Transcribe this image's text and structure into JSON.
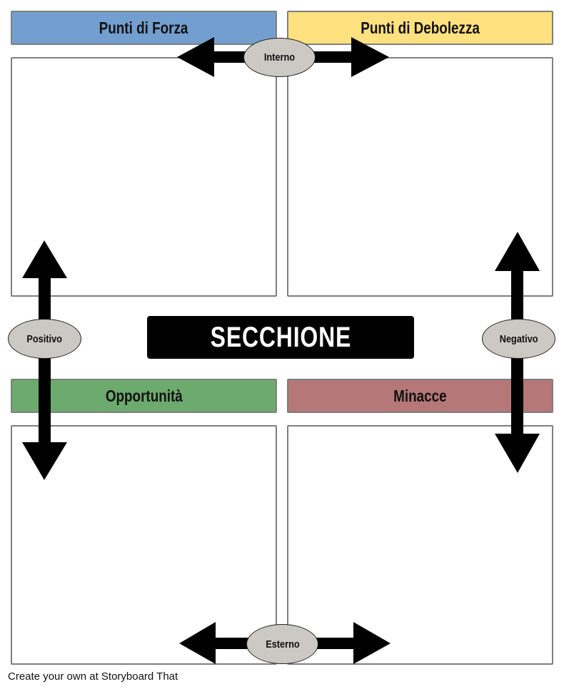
{
  "title": "SECCHIONE",
  "quadrants": {
    "strengths": {
      "label": "Punti di Forza",
      "color": "#729fcf"
    },
    "weaknesses": {
      "label": "Punti di Debolezza",
      "color": "#ffe17f"
    },
    "opportunities": {
      "label": "Opportunità",
      "color": "#6daa6d"
    },
    "threats": {
      "label": "Minacce",
      "color": "#b57777"
    }
  },
  "axes": {
    "top": {
      "label": "Interno",
      "icon": "double-arrow-horizontal-icon"
    },
    "bottom": {
      "label": "Esterno",
      "icon": "double-arrow-horizontal-icon"
    },
    "left": {
      "label": "Positivo",
      "icon": "double-arrow-vertical-icon"
    },
    "right": {
      "label": "Negativo",
      "icon": "double-arrow-vertical-icon"
    }
  },
  "footer": {
    "text": "Create your own at Storyboard That"
  }
}
